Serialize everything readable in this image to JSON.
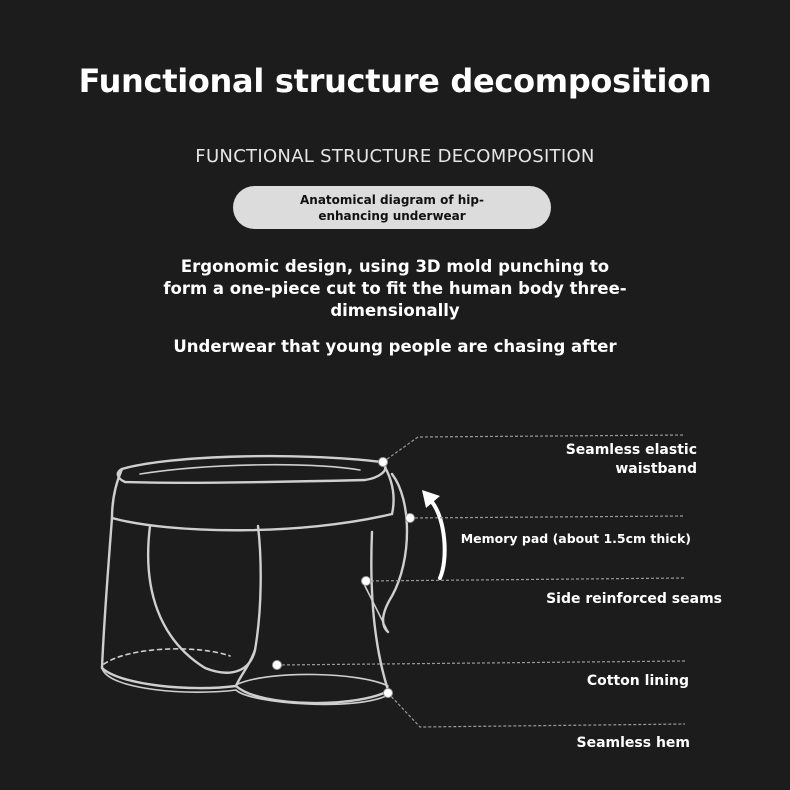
{
  "header": {
    "title": "Functional structure decomposition",
    "subtitle": "FUNCTIONAL STRUCTURE DECOMPOSITION",
    "pill": "Anatomical diagram of hip-enhancing underwear"
  },
  "description": {
    "text": "Ergonomic design, using 3D mold punching to form a one-piece cut to fit the human body three-dimensionally",
    "tagline": "Underwear that young people are chasing after"
  },
  "callouts": [
    {
      "label": "Seamless elastic waistband"
    },
    {
      "label": "Memory pad (about 1.5cm thick)"
    },
    {
      "label": "Side reinforced seams"
    },
    {
      "label": "Cotton lining"
    },
    {
      "label": "Seamless hem"
    }
  ],
  "colors": {
    "background": "#1c1c1c",
    "text": "#ffffff",
    "pill_background": "#dcdcdc",
    "outline": "#cfcfcf"
  }
}
